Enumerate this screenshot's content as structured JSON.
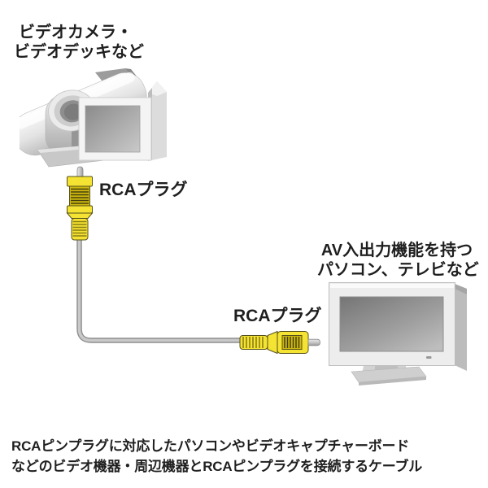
{
  "page": {
    "background": "#ffffff"
  },
  "diagram": {
    "source_device": {
      "label_line1": "ビデオカメラ・",
      "label_line2": "ビデオデッキなど",
      "icon": "video-camera-icon"
    },
    "target_device": {
      "label_line1": "AV入出力機能を持つ",
      "label_line2": "パソコン、テレビなど",
      "icon": "tv-monitor-icon"
    },
    "plug_top": {
      "label": "RCAプラグ",
      "icon": "rca-plug-vertical-icon"
    },
    "plug_bottom": {
      "label": "RCAプラグ",
      "icon": "rca-plug-horizontal-icon"
    },
    "cable": {
      "icon": "av-cable-line"
    }
  },
  "caption": {
    "line1": "RCAピンプラグに対応したパソコンやビデオキャプチャーボード",
    "line2": "などのビデオ機器・周辺機器とRCAピンプラグを接続するケーブル"
  },
  "colors": {
    "text": "#1f1f1f",
    "plug_yellow": "#f4e332",
    "plug_knurl": "#cdb90e",
    "plug_outline": "#56511c",
    "cable_gray": "#c9c9c9",
    "device_gray": "#d9d9d9"
  }
}
